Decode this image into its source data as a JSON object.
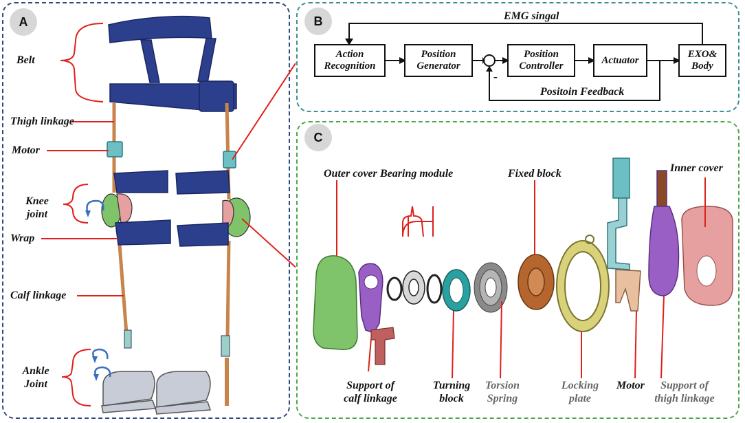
{
  "panel_a": {
    "badge": "A",
    "labels": {
      "belt": "Belt",
      "thigh_linkage": "Thigh linkage",
      "motor": "Motor",
      "knee_joint_1": "Knee",
      "knee_joint_2": "joint",
      "wrap": "Wrap",
      "calf_linkage": "Calf linkage",
      "ankle_joint_1": "Ankle",
      "ankle_joint_2": "Joint"
    }
  },
  "panel_b": {
    "badge": "B",
    "blocks": {
      "action_recognition_1": "Action",
      "action_recognition_2": "Recognition",
      "position_generator_1": "Position",
      "position_generator_2": "Generator",
      "position_controller_1": "Position",
      "position_controller_2": "Controller",
      "actuator": "Actuator",
      "exo_body_1": "EXO&",
      "exo_body_2": "Body"
    },
    "emg_signal": "EMG singal",
    "feedback": "Positoin Feedback",
    "minus_sign": "-"
  },
  "panel_c": {
    "badge": "C",
    "labels": {
      "outer_cover": "Outer cover",
      "bearing_module": "Bearing module",
      "fixed_block": "Fixed block",
      "inner_cover": "Inner cover",
      "support_calf_1": "Support of",
      "support_calf_2": "calf linkage",
      "turning_block_1": "Turning",
      "turning_block_2": "block",
      "torsion_spring_1": "Torsion",
      "torsion_spring_2": "Spring",
      "locking_plate_1": "Locking",
      "locking_plate_2": "plate",
      "motor": "Motor",
      "support_thigh_1": "Support of",
      "support_thigh_2": "thigh linkage"
    }
  },
  "colors": {
    "label_line": "#e0201a",
    "belt_blue": "#2b3f8c",
    "linkage_orange": "#c8844a",
    "motor_cyan": "#6cc0c4",
    "outer_cover_green": "#7fc46a",
    "support_purple": "#9a5fc4",
    "turning_teal": "#2aa0a0",
    "fixed_brown": "#b5652e",
    "locking_yellow": "#d9d27a",
    "inner_pink": "#e6a0a0"
  }
}
